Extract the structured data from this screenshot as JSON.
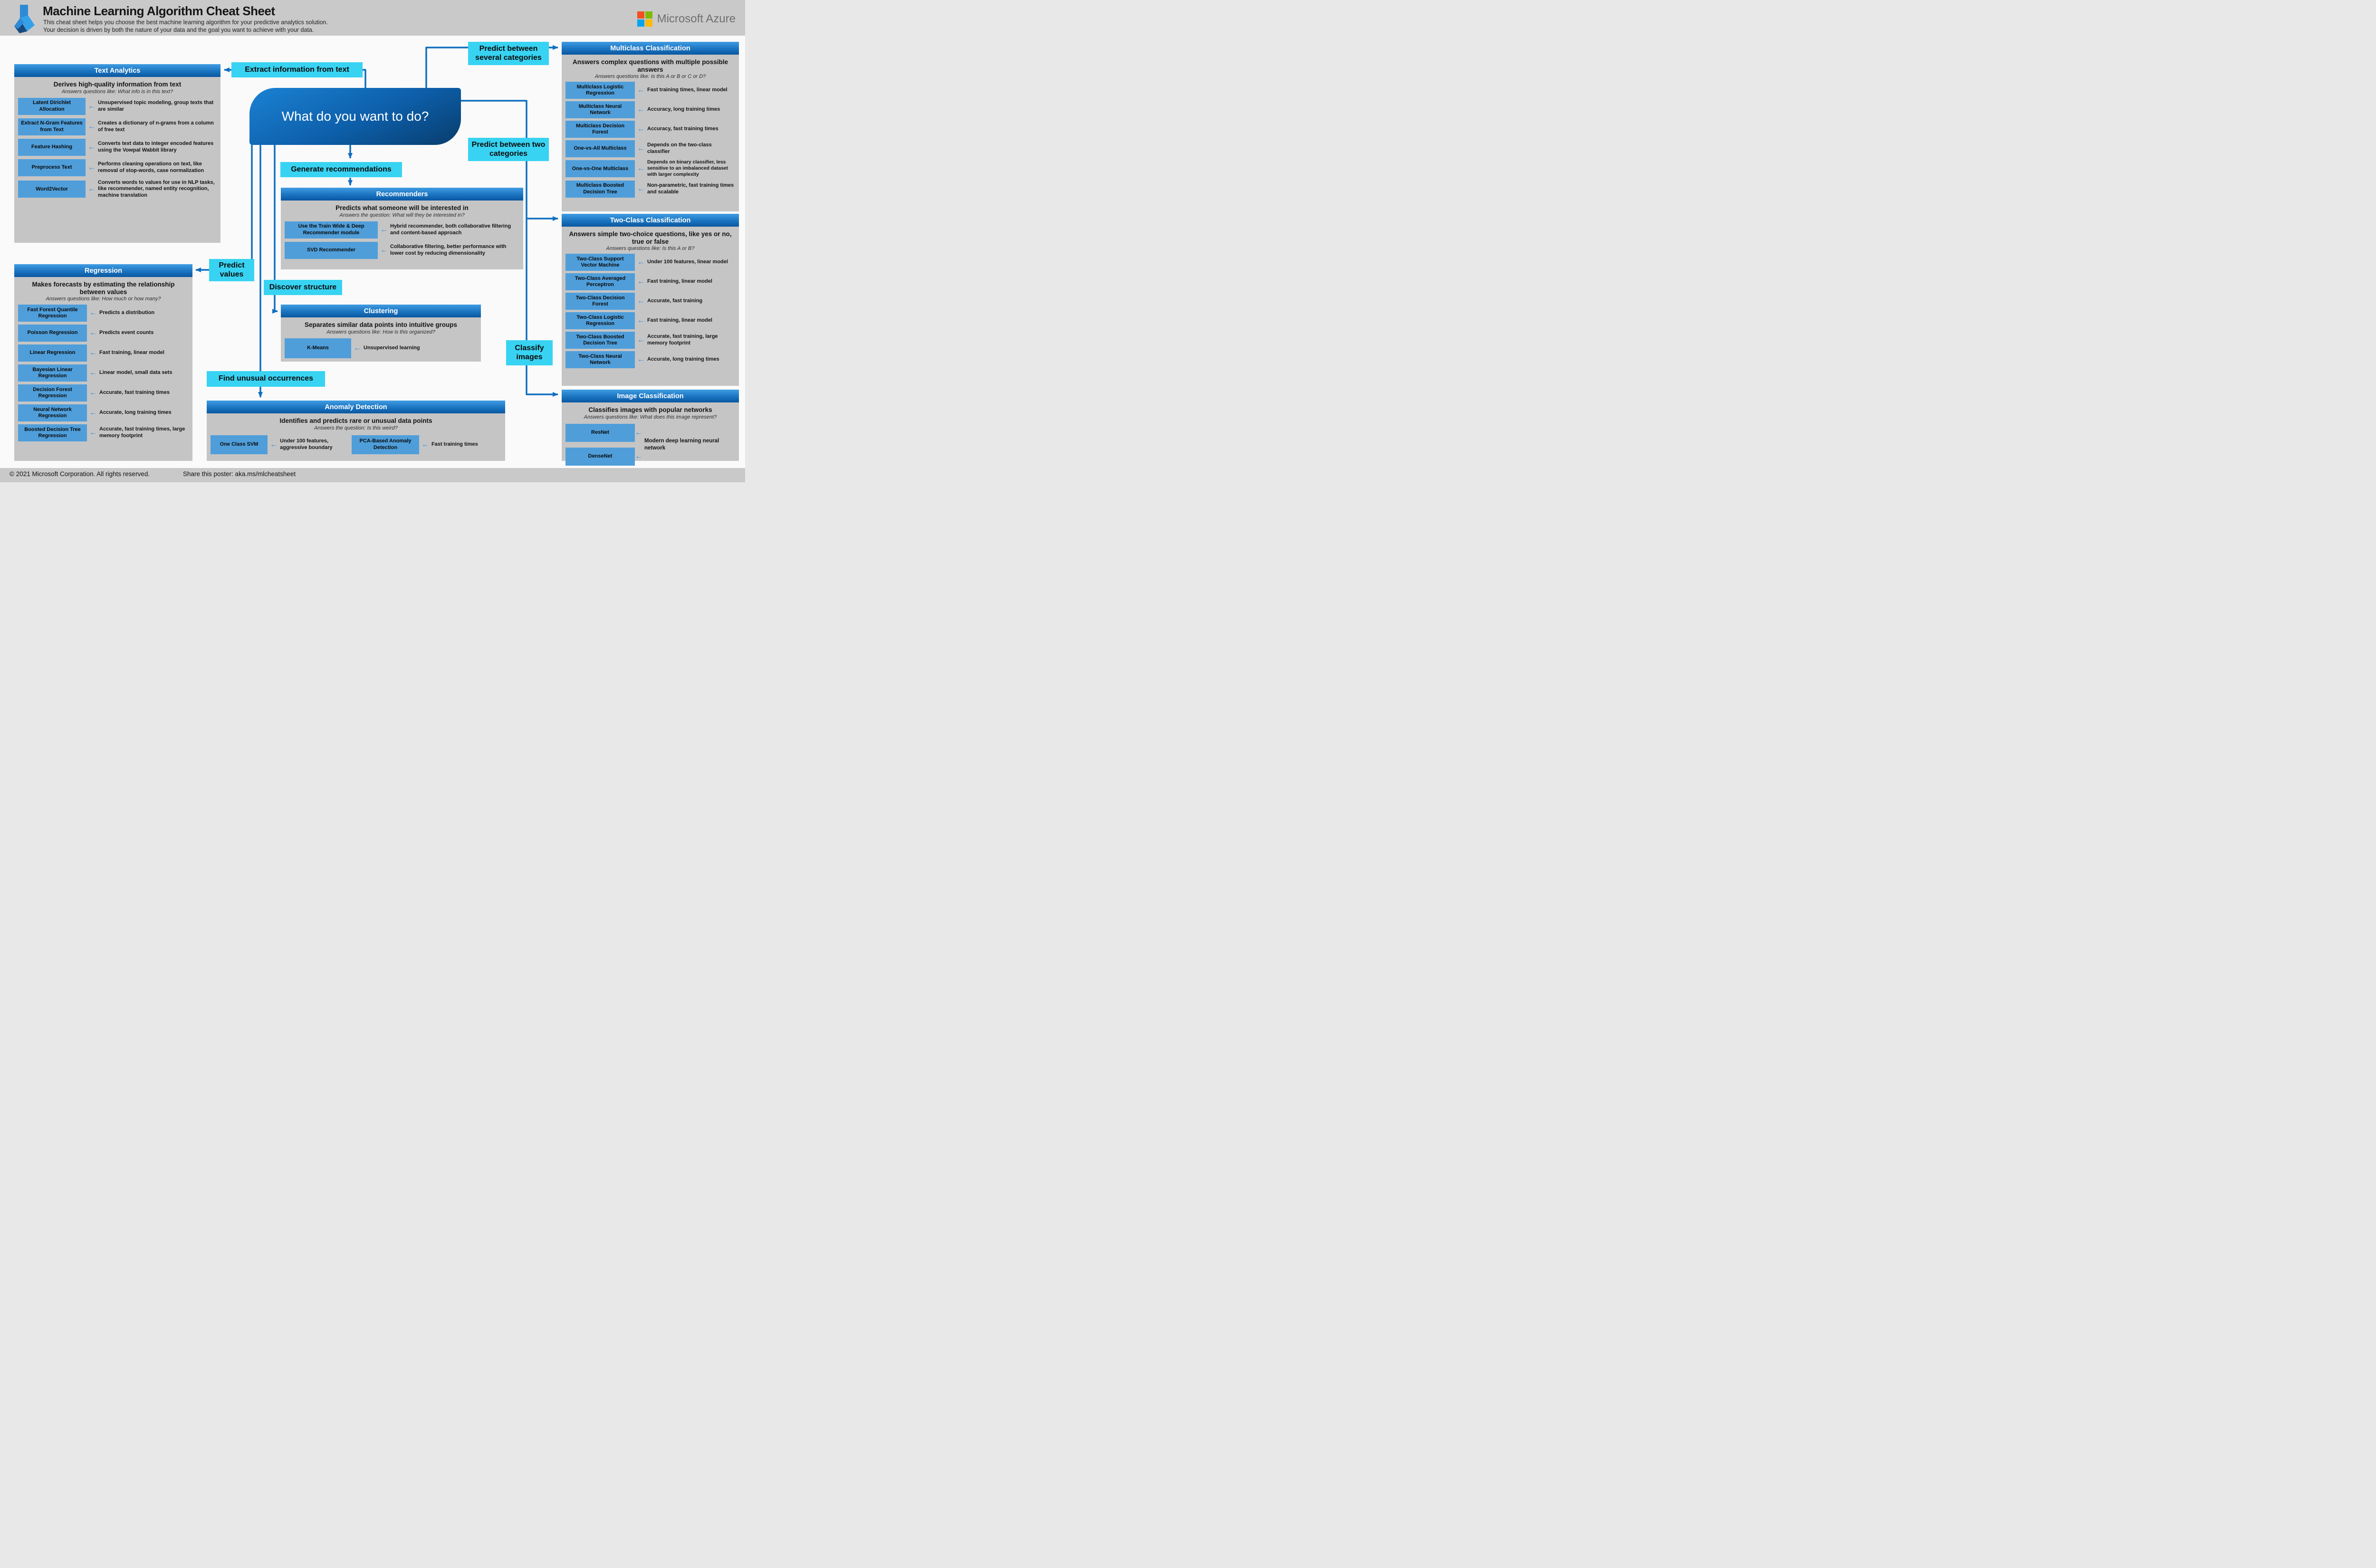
{
  "glyphs": {
    "left_arrow": "←"
  },
  "header": {
    "title": "Machine Learning Algorithm Cheat Sheet",
    "subtitle1": "This cheat sheet helps you choose the best machine learning algorithm for your predictive analytics solution.",
    "subtitle2": "Your decision is driven by both the nature of your data and the goal you want to achieve with your data.",
    "brand": "Microsoft Azure"
  },
  "center_question": "What do you want to do?",
  "labels": {
    "extract_text": "Extract information from text",
    "predict_several": "Predict between several categories",
    "predict_two": "Predict between two categories",
    "generate_recommendations": "Generate recommendations",
    "predict_values": "Predict values",
    "discover_structure": "Discover structure",
    "find_unusual": "Find unusual occurrences",
    "classify_images": "Classify images"
  },
  "panels": {
    "text_analytics": {
      "title": "Text Analytics",
      "heading": "Derives high-quality information from text",
      "subheading": "Answers questions like: What info is in this text?",
      "items": [
        {
          "name": "Latent Dirichlet Allocation",
          "desc": "Unsupervised topic modeling, group texts that are similar"
        },
        {
          "name": "Extract N-Gram Features from Text",
          "desc": "Creates a dictionary of n-grams from a column of free text"
        },
        {
          "name": "Feature Hashing",
          "desc": "Converts text data to integer encoded features using the Vowpal Wabbit library"
        },
        {
          "name": "Preprocess Text",
          "desc": "Performs cleaning operations on text, like removal of stop-words, case normalization"
        },
        {
          "name": "Word2Vector",
          "desc": "Converts words to values for use in NLP tasks, like recommender, named entity recognition, machine translation"
        }
      ]
    },
    "regression": {
      "title": "Regression",
      "heading": "Makes forecasts by estimating the relationship between values",
      "subheading": "Answers questions like: How much or how many?",
      "items": [
        {
          "name": "Fast Forest Quantile Regression",
          "desc": "Predicts a distribution"
        },
        {
          "name": "Poisson Regression",
          "desc": "Predicts event counts"
        },
        {
          "name": "Linear Regression",
          "desc": "Fast training, linear model"
        },
        {
          "name": "Bayesian Linear Regression",
          "desc": "Linear model, small data sets"
        },
        {
          "name": "Decision Forest Regression",
          "desc": "Accurate, fast training times"
        },
        {
          "name": "Neural Network Regression",
          "desc": "Accurate, long training times"
        },
        {
          "name": "Boosted Decision Tree Regression",
          "desc": "Accurate, fast training times, large memory footprint"
        }
      ]
    },
    "recommenders": {
      "title": "Recommenders",
      "heading": "Predicts what someone will be interested in",
      "subheading": "Answers the question: What will they be interested in?",
      "items": [
        {
          "name": "Use the Train Wide & Deep Recommender module",
          "desc": "Hybrid recommender, both collaborative filtering and content-based approach"
        },
        {
          "name": "SVD Recommender",
          "desc": "Collaborative filtering, better performance with lower cost by reducing dimensionality"
        }
      ]
    },
    "clustering": {
      "title": "Clustering",
      "heading": "Separates similar data points into intuitive groups",
      "subheading": "Answers questions like: How is this organized?",
      "items": [
        {
          "name": "K-Means",
          "desc": "Unsupervised learning"
        }
      ]
    },
    "anomaly": {
      "title": "Anomaly Detection",
      "heading": "Identifies and predicts rare or unusual data points",
      "subheading": "Answers the question: Is this weird?",
      "items": [
        {
          "name": "One Class SVM",
          "desc": "Under 100 features, aggressive boundary"
        },
        {
          "name": "PCA-Based Anomaly Detection",
          "desc": "Fast training times"
        }
      ]
    },
    "multiclass": {
      "title": "Multiclass Classification",
      "heading": "Answers complex questions with multiple possible answers",
      "subheading": "Answers questions like: Is this A or B or C or D?",
      "items": [
        {
          "name": "Multiclass Logistic Regression",
          "desc": "Fast training times, linear model"
        },
        {
          "name": "Multiclass Neural Network",
          "desc": "Accuracy, long training times"
        },
        {
          "name": "Multiclass Decision Forest",
          "desc": "Accuracy, fast training times"
        },
        {
          "name": "One-vs-All Multiclass",
          "desc": "Depends on the two-class classifier"
        },
        {
          "name": "One-vs-One Multiclass",
          "desc": "Depends on binary classifier, less sensitive to an imbalanced dataset with larger complexity"
        },
        {
          "name": "Multiclass Boosted Decision Tree",
          "desc": "Non-parametric, fast training times and scalable"
        }
      ]
    },
    "two_class": {
      "title": "Two-Class Classification",
      "heading": "Answers simple two-choice questions, like yes or no, true or false",
      "subheading": "Answers questions like: Is this A or B?",
      "items": [
        {
          "name": "Two-Class Support Vector Machine",
          "desc": "Under 100 features, linear model"
        },
        {
          "name": "Two-Class Averaged Perceptron",
          "desc": "Fast training, linear model"
        },
        {
          "name": "Two-Class Decision Forest",
          "desc": "Accurate, fast training"
        },
        {
          "name": "Two-Class Logistic Regression",
          "desc": "Fast training, linear model"
        },
        {
          "name": "Two-Class Boosted Decision Tree",
          "desc": "Accurate, fast training, large memory footprint"
        },
        {
          "name": "Two-Class Neural Network",
          "desc": "Accurate, long training times"
        }
      ]
    },
    "image_classification": {
      "title": "Image Classification",
      "heading": "Classifies images with popular networks",
      "subheading": "Answers questions like: What does this image represent?",
      "items": [
        {
          "name": "ResNet"
        },
        {
          "name": "DenseNet"
        }
      ],
      "shared_desc": "Modern deep learning neural network"
    }
  },
  "footer": {
    "copyright": "© 2021 Microsoft Corporation. All rights reserved.",
    "share": "Share this poster: aka.ms/mlcheatsheet"
  },
  "colors": {
    "accent_cyan": "#38d3f2",
    "connector_blue": "#0f6fc0",
    "algorithm_blue": "#4f9eda",
    "panel_header_top": "#3f9ce2",
    "panel_header_bottom": "#0a57a0",
    "panel_body_gray": "#c5c5c5",
    "band_gray": "#c9c9c9",
    "center_box_top": "#1b82d4",
    "center_box_bottom": "#083d6d",
    "ms_red": "#f25022",
    "ms_green": "#7fba00",
    "ms_blue": "#00a4ef",
    "ms_yellow": "#ffb900"
  }
}
